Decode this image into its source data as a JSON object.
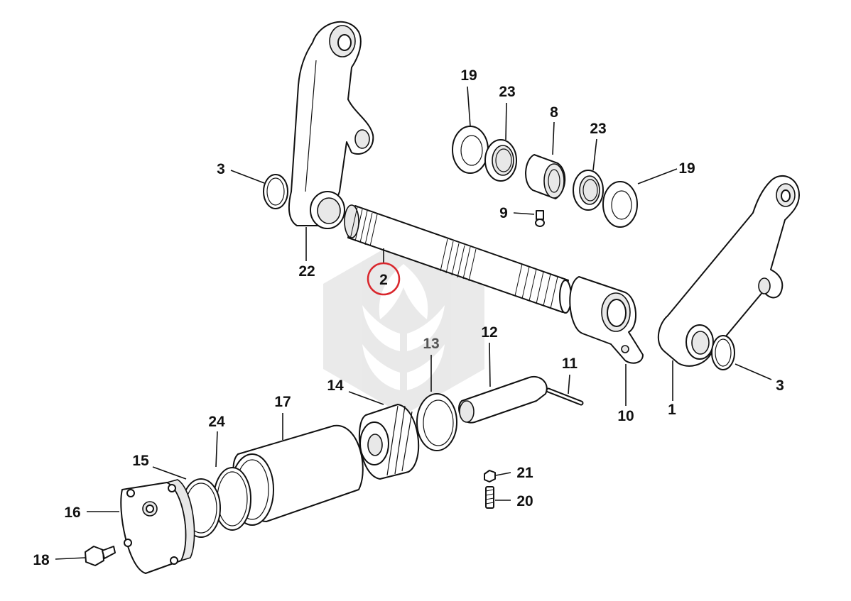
{
  "labels": {
    "l1": "1",
    "l2": "2",
    "l3a": "3",
    "l3b": "3",
    "l8": "8",
    "l9": "9",
    "l10": "10",
    "l11": "11",
    "l12": "12",
    "l13": "13",
    "l14": "14",
    "l15": "15",
    "l16": "16",
    "l17": "17",
    "l18": "18",
    "l19a": "19",
    "l19b": "19",
    "l20": "20",
    "l21": "21",
    "l22": "22",
    "l23a": "23",
    "l23b": "23",
    "l24": "24"
  },
  "colors": {
    "line": "#111111",
    "highlight_circle": "#d9262c",
    "watermark": "#e3e3e3",
    "label_13": "#555555"
  },
  "highlighted_part": "2"
}
